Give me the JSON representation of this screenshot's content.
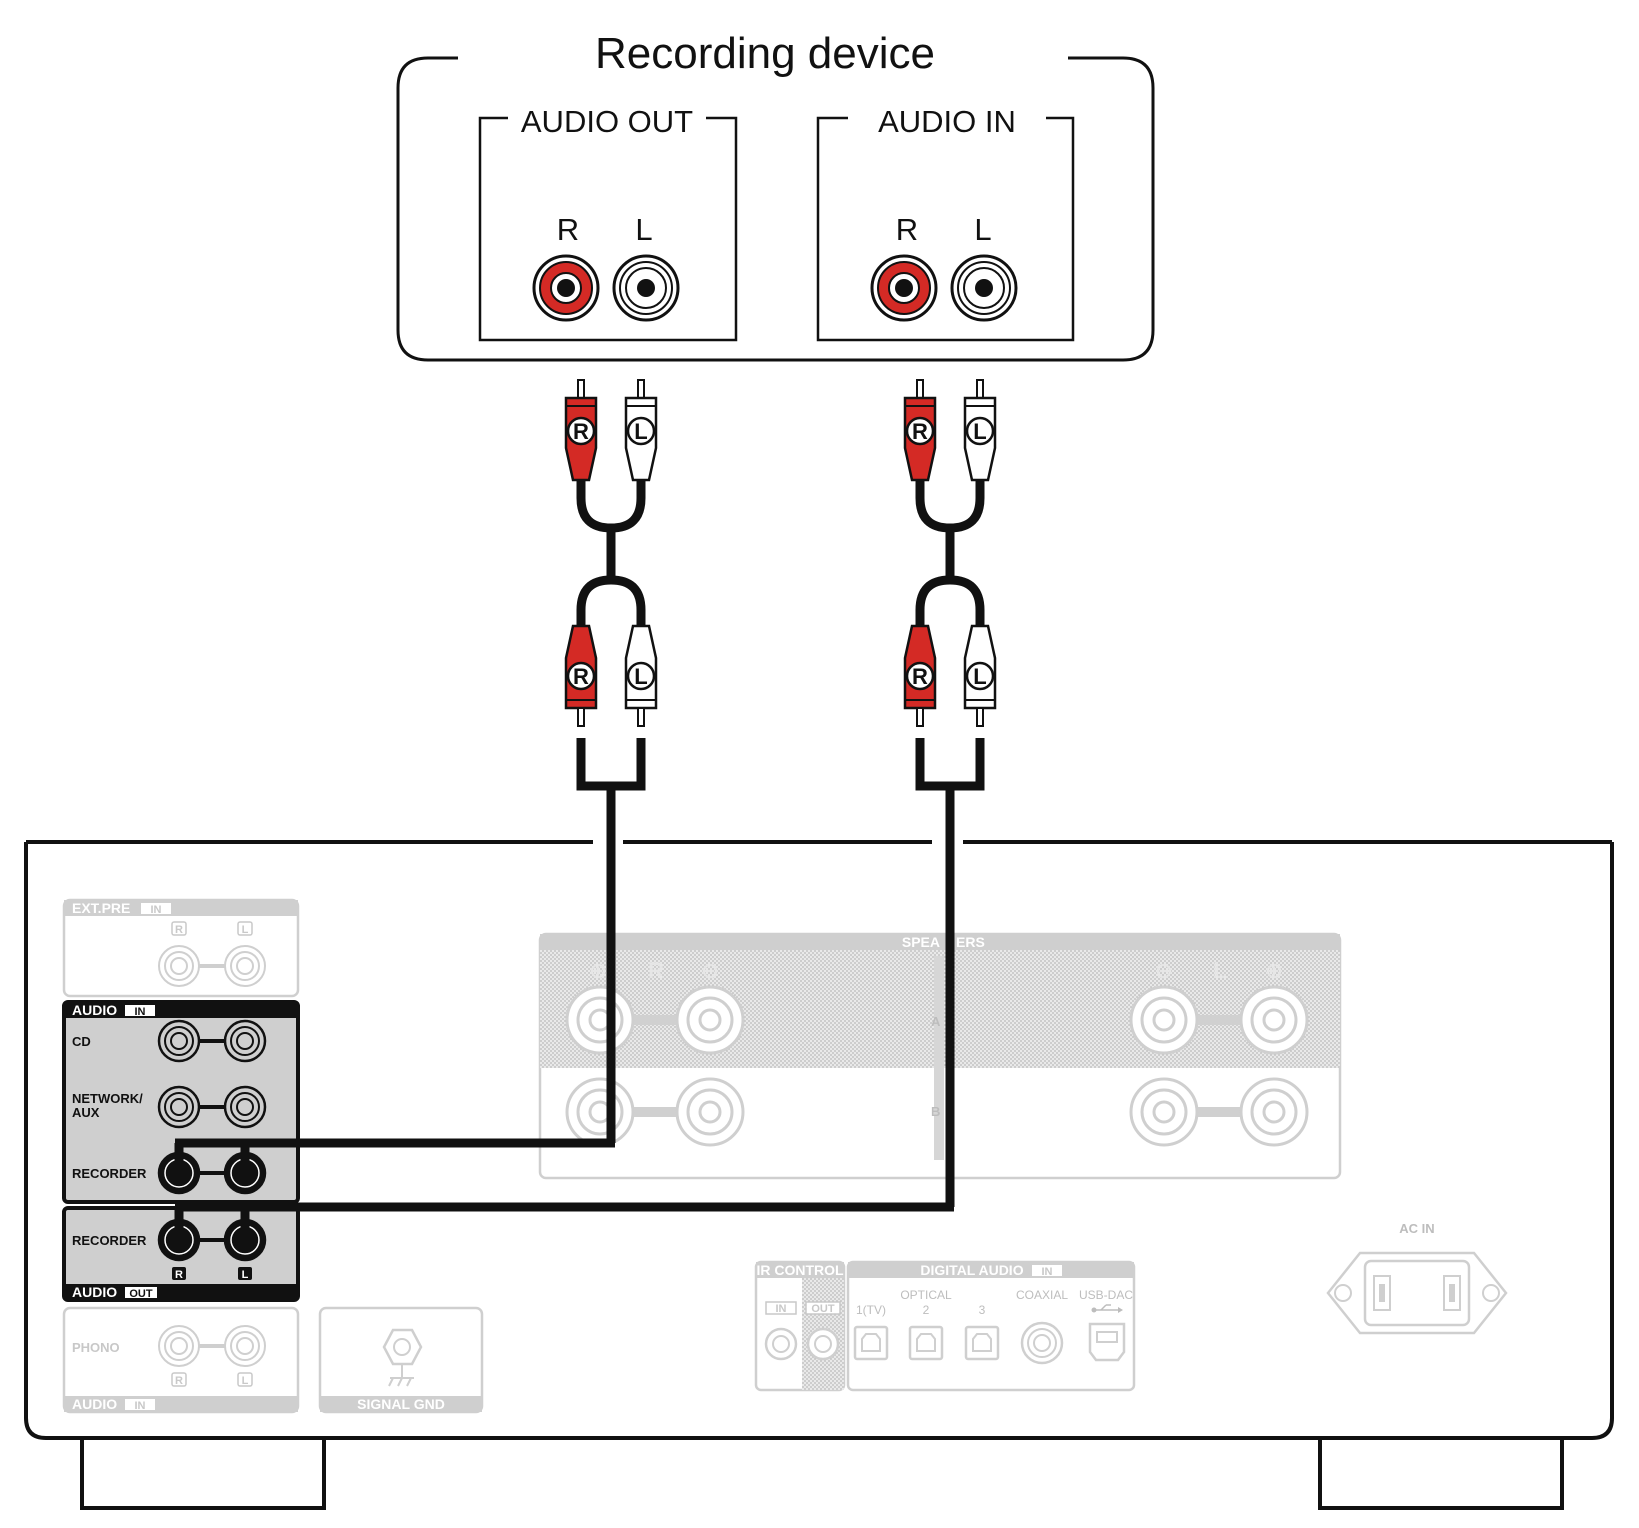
{
  "device": {
    "title": "Recording device",
    "audio_out": "AUDIO OUT",
    "audio_in": "AUDIO IN",
    "r": "R",
    "l": "L"
  },
  "plugs": {
    "r": "R",
    "l": "L"
  },
  "panel": {
    "ext_pre": "EXT.PRE",
    "in_tag": "IN",
    "out_tag": "OUT",
    "audio": "AUDIO",
    "cd": "CD",
    "network": "NETWORK/",
    "aux": "AUX",
    "recorder": "RECORDER",
    "phono": "PHONO",
    "signal_gnd": "SIGNAL GND",
    "speakers_a": "SPEA",
    "speakers_b": "ERS",
    "ir_control": "IR CONTROL",
    "digital_audio": "DIGITAL AUDIO",
    "tv": "1(TV)",
    "optical": "OPTICAL",
    "two": "2",
    "three": "3",
    "coaxial": "COAXIAL",
    "usb_dac": "USB-DAC",
    "ac_in": "AC IN",
    "r": "R",
    "l": "L",
    "plus": "⊕",
    "minus": "⊖",
    "spk_a": "A",
    "spk_b": "B"
  },
  "colors": {
    "red": "#d42a25",
    "black": "#111111",
    "dim": "#c9c9c9",
    "panel_dark": "#9b9b9b"
  }
}
